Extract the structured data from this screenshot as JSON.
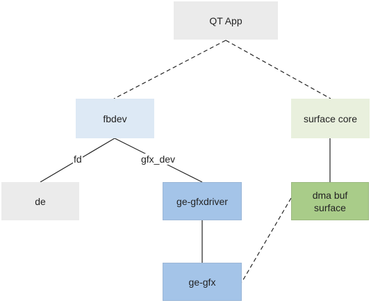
{
  "diagram": {
    "nodes": {
      "qt_app": "QT App",
      "fbdev": "fbdev",
      "surface_core": "surface core",
      "de": "de",
      "ge_gfxdriver": "ge-gfxdriver",
      "dma_buf_surface": "dma buf\nsurface",
      "ge_gfx": "ge-gfx"
    },
    "edge_labels": {
      "fd": "fd",
      "gfx_dev": "gfx_dev"
    },
    "colors": {
      "gray_node": "#ebebeb",
      "light_blue_node": "#dde9f5",
      "light_green_node": "#e9f0dd",
      "blue_node": "#a4c4e8",
      "green_node": "#a9cc89",
      "line": "#222222"
    }
  }
}
